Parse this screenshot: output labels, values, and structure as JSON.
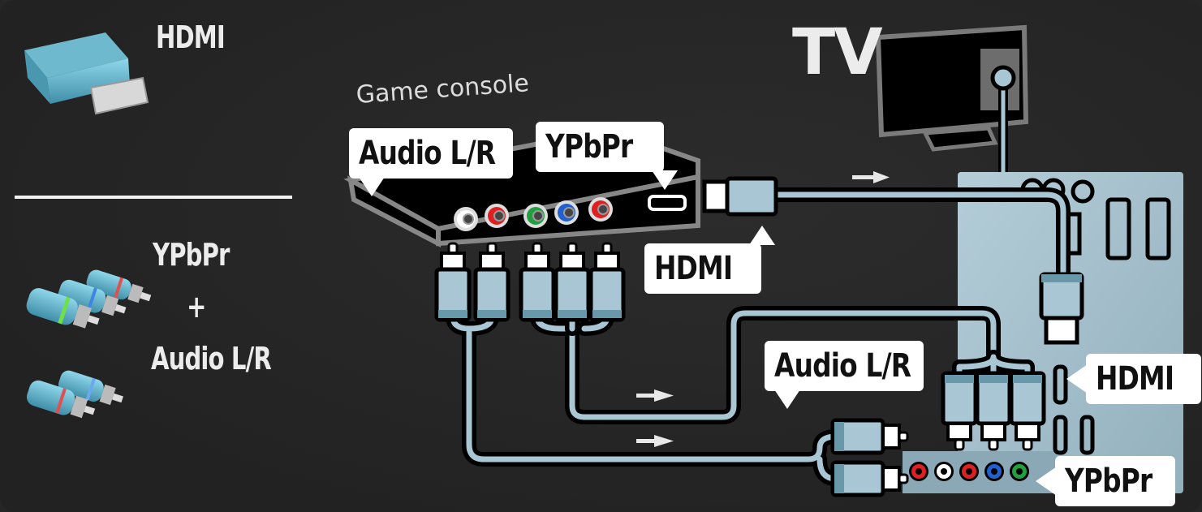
{
  "legend": {
    "hdmi_label": "HDMI",
    "ypbpr_label": "YPbPr",
    "plus_label": "+",
    "audio_label": "Audio L/R",
    "icons": [
      "hdmi-plug-icon",
      "component-rca-plugs-icon",
      "audio-rca-plugs-icon"
    ]
  },
  "console": {
    "title": "Game console",
    "callouts": {
      "audio": "Audio L/R",
      "ypbpr": "YPbPr",
      "hdmi": "HDMI"
    },
    "jacks": [
      {
        "name": "audio-left",
        "color": "#ffffff"
      },
      {
        "name": "audio-right",
        "color": "#e02020"
      },
      {
        "name": "y",
        "color": "#22a040"
      },
      {
        "name": "pb",
        "color": "#2060d0"
      },
      {
        "name": "pr",
        "color": "#e02020"
      }
    ]
  },
  "tv": {
    "title": "TV",
    "callouts": {
      "audio": "Audio L/R",
      "hdmi": "HDMI",
      "ypbpr": "YPbPr"
    },
    "jacks": [
      {
        "name": "audio-right",
        "color": "#e02020"
      },
      {
        "name": "audio-left",
        "color": "#ffffff"
      },
      {
        "name": "pr",
        "color": "#e02020"
      },
      {
        "name": "pb",
        "color": "#2060d0"
      },
      {
        "name": "y",
        "color": "#22a040"
      }
    ]
  },
  "arrows": [
    "hdmi-direction-arrow",
    "ypbpr-direction-arrow",
    "audio-direction-arrow"
  ],
  "colors": {
    "background": "#262626",
    "cable": "#a9c6d4",
    "panel": "#a5c0cc",
    "outline": "#000000",
    "device": "#8a8a8a",
    "text": "#ececec"
  }
}
